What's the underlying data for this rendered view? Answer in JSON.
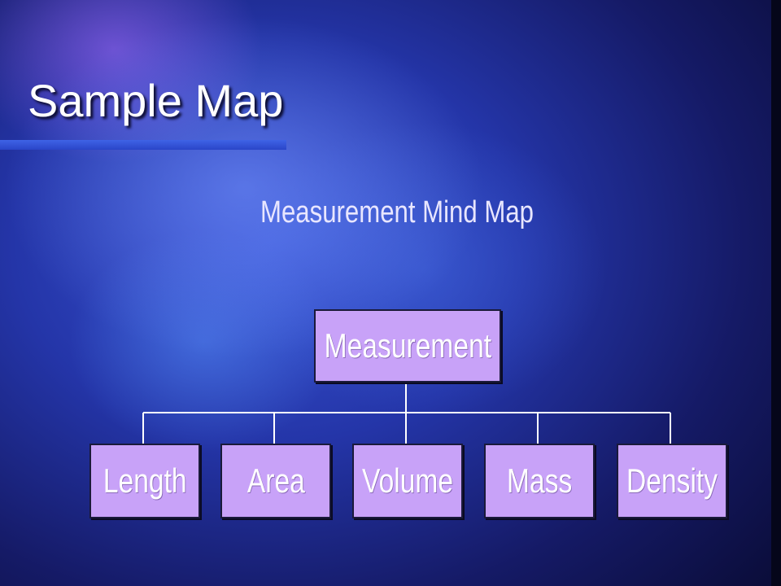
{
  "slide": {
    "title": "Sample Map",
    "subtitle": "Measurement Mind Map"
  },
  "diagram": {
    "root": "Measurement",
    "children": [
      "Length",
      "Area",
      "Volume",
      "Mass",
      "Density"
    ]
  },
  "colors": {
    "node_fill": "#c8a2f8",
    "node_text": "#ffffff",
    "connector": "#ffffff",
    "title_bar": "#3f63e6"
  }
}
